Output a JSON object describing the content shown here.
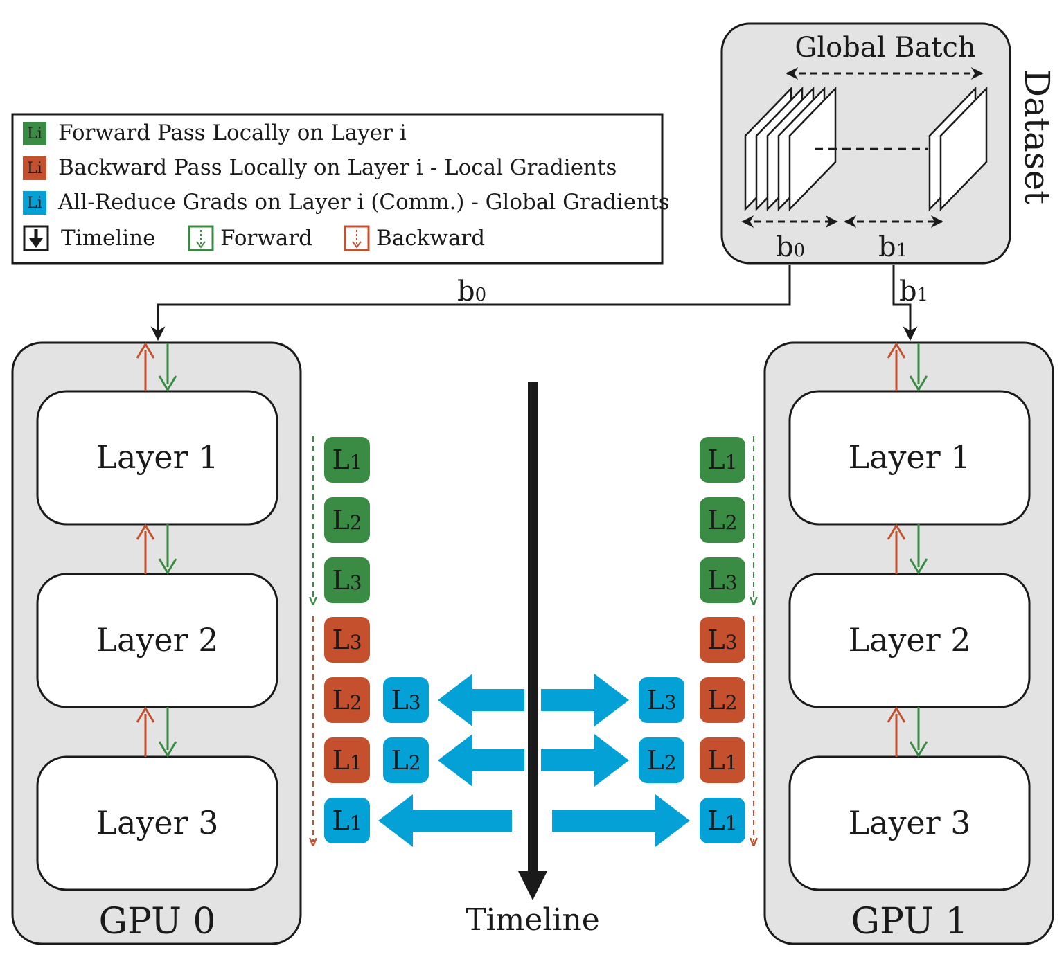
{
  "colors": {
    "forward": "#3a8c44",
    "backward": "#c4502d",
    "allreduce": "#04a1d6",
    "ink": "#1a1a1a",
    "panel": "#e3e3e3"
  },
  "legend": {
    "chip_text": "Li",
    "forward_desc": "Forward Pass Locally on Layer i",
    "backward_desc": "Backward Pass Locally on Layer i - Local Gradients",
    "allreduce_desc": "All-Reduce Grads on Layer i (Comm.) - Global Gradients",
    "timeline": "Timeline",
    "forward": "Forward",
    "backward": "Backward"
  },
  "dataset": {
    "title": "Dataset",
    "global_batch": "Global Batch",
    "b0": "b",
    "b0_sub": "0",
    "b1": "b",
    "b1_sub": "1"
  },
  "gpu0": {
    "name": "GPU 0",
    "batch": "b",
    "batch_sub": "0",
    "layers": [
      "Layer 1",
      "Layer 2",
      "Layer 3"
    ]
  },
  "gpu1": {
    "name": "GPU 1",
    "batch": "b",
    "batch_sub": "1",
    "layers": [
      "Layer 1",
      "Layer 2",
      "Layer 3"
    ]
  },
  "timeline_label": "Timeline",
  "ops": [
    {
      "kind": "forward",
      "letter": "L",
      "sub": "1"
    },
    {
      "kind": "forward",
      "letter": "L",
      "sub": "2"
    },
    {
      "kind": "forward",
      "letter": "L",
      "sub": "3"
    },
    {
      "kind": "backward",
      "letter": "L",
      "sub": "3"
    },
    {
      "kind": "backward",
      "letter": "L",
      "sub": "2"
    },
    {
      "kind": "backward",
      "letter": "L",
      "sub": "1"
    }
  ],
  "allreduce_ops": [
    {
      "letter": "L",
      "sub": "3"
    },
    {
      "letter": "L",
      "sub": "2"
    },
    {
      "letter": "L",
      "sub": "1"
    }
  ]
}
